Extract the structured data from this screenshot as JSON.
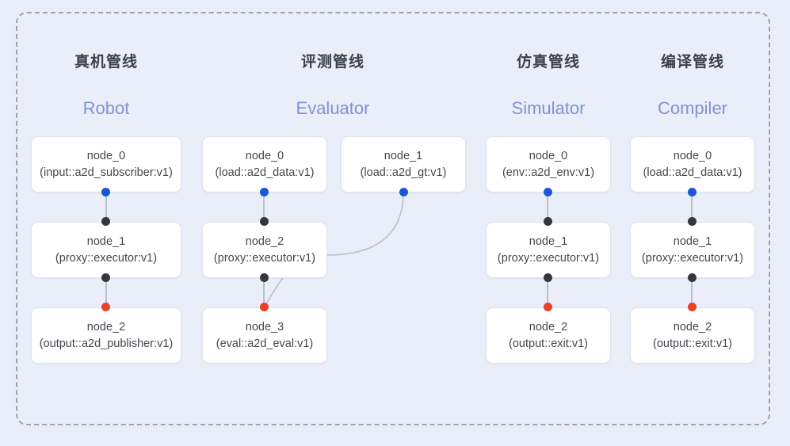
{
  "diagram": {
    "background_color": "#e9eef9",
    "frame_border_color": "#9aa2b5",
    "accent_blue": "#1a56d6",
    "accent_red": "#ea4128",
    "accent_black": "#35373b",
    "subtitle_color": "#7e93d4"
  },
  "columns": [
    {
      "title_cn": "真机管线",
      "title_en": "Robot",
      "nodes": [
        {
          "name": "node_0",
          "type": "(input::a2d_subscriber:v1)"
        },
        {
          "name": "node_1",
          "type": "(proxy::executor:v1)"
        },
        {
          "name": "node_2",
          "type": "(output::a2d_publisher:v1)"
        }
      ]
    },
    {
      "title_cn": "评测管线",
      "title_en": "Evaluator",
      "nodes": [
        {
          "name": "node_0",
          "type": "(load::a2d_data:v1)"
        },
        {
          "name": "node_1",
          "type": "(load::a2d_gt:v1)"
        },
        {
          "name": "node_2",
          "type": "(proxy::executor:v1)"
        },
        {
          "name": "node_3",
          "type": "(eval::a2d_eval:v1)"
        }
      ]
    },
    {
      "title_cn": "仿真管线",
      "title_en": "Simulator",
      "nodes": [
        {
          "name": "node_0",
          "type": "(env::a2d_env:v1)"
        },
        {
          "name": "node_1",
          "type": "(proxy::executor:v1)"
        },
        {
          "name": "node_2",
          "type": "(output::exit:v1)"
        }
      ]
    },
    {
      "title_cn": "编译管线",
      "title_en": "Compiler",
      "nodes": [
        {
          "name": "node_0",
          "type": "(load::a2d_data:v1)"
        },
        {
          "name": "node_1",
          "type": "(proxy::executor:v1)"
        },
        {
          "name": "node_2",
          "type": "(output::exit:v1)"
        }
      ]
    }
  ]
}
